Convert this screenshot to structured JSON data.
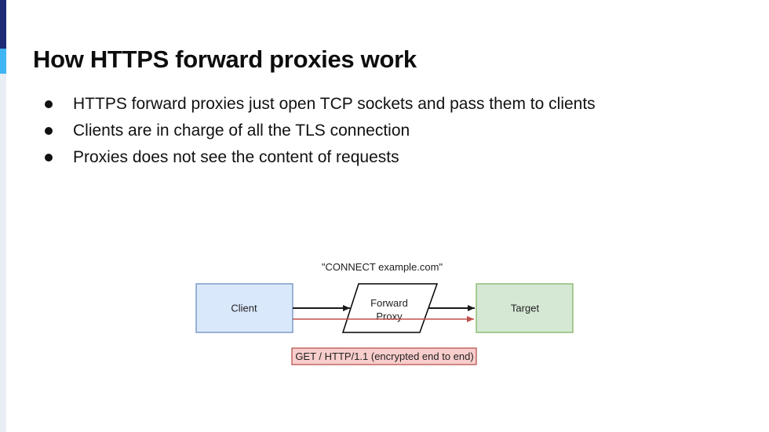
{
  "title": "How HTTPS forward proxies work",
  "bullets": [
    "HTTPS forward proxies just open TCP sockets and pass them to clients",
    "Clients are in charge of all the TLS connection",
    "Proxies does not see the content of requests"
  ],
  "accent_bar": {
    "navy": "#1e2b77",
    "light_blue": "#3fb5f3",
    "pale": "#e9eef5"
  },
  "diagram": {
    "connect_label": "\"CONNECT example.com\"",
    "client_label": "Client",
    "proxy_label_line1": "Forward",
    "proxy_label_line2": "Proxy",
    "target_label": "Target",
    "encrypted_label": "GET / HTTP/1.1 (encrypted end to end)",
    "colors": {
      "client_fill": "#dae8fc",
      "client_stroke": "#6c8ebf",
      "proxy_fill": "#ffffff",
      "proxy_stroke": "#000000",
      "target_fill": "#d5e8d4",
      "target_stroke": "#82b366",
      "label_fill": "#f8cecc",
      "label_stroke": "#b85450",
      "arrow_black": "#1a1a1a",
      "arrow_red": "#c0504d"
    }
  }
}
